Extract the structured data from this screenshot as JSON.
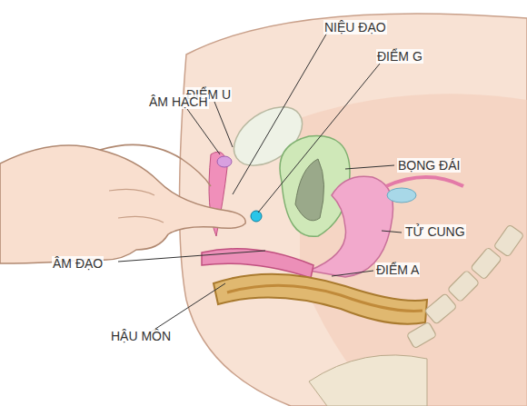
{
  "diagram": {
    "labels": [
      "NIỆU ĐẠO",
      "ĐIỂM G",
      "ĐIỂM U",
      "ÂM HẠCH",
      "BỌNG ĐÁI",
      "TỬ CUNG",
      "ÂM ĐẠO",
      "ĐIỂM A",
      "HẬU MÔN"
    ]
  }
}
